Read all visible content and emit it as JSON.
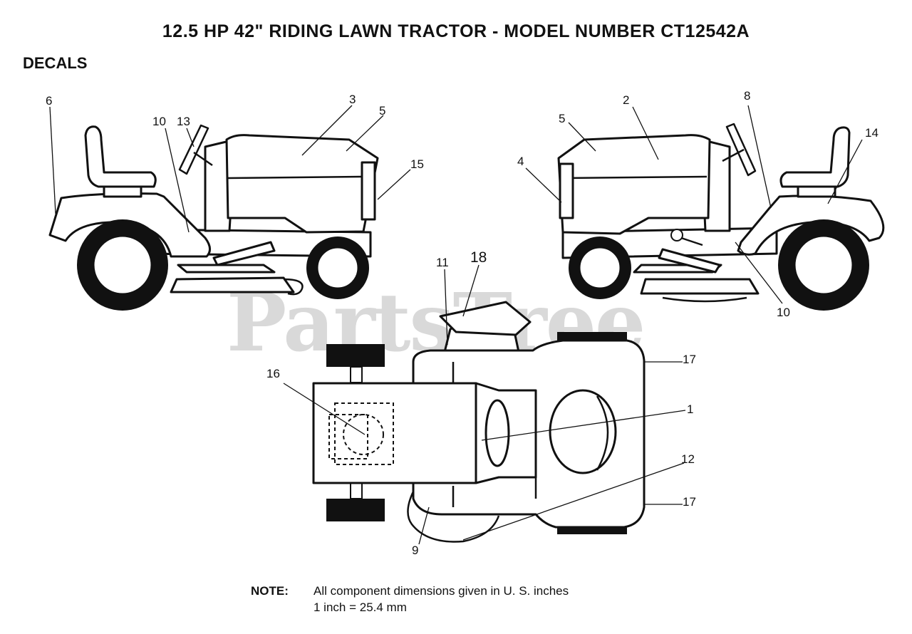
{
  "header": {
    "title": "12.5 HP 42\" RIDING LAWN TRACTOR - MODEL NUMBER CT12542A",
    "section": "DECALS"
  },
  "watermark": {
    "text": "PartsTree",
    "mark": "TM"
  },
  "callouts": {
    "left_view": [
      "6",
      "10",
      "13",
      "3",
      "5",
      "15"
    ],
    "right_view": [
      "5",
      "2",
      "8",
      "14",
      "4",
      "10"
    ],
    "top_view": [
      "11",
      "18",
      "16",
      "17",
      "1",
      "12",
      "17",
      "9"
    ]
  },
  "note": {
    "label": "NOTE:",
    "line1": "All component dimensions given in U. S. inches",
    "line2": "1 inch = 25.4 mm"
  }
}
